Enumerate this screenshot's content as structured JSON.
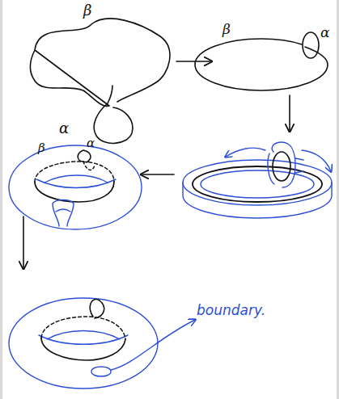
{
  "diagram": {
    "labels": [
      "β",
      "α",
      "β",
      "α",
      "β",
      "α",
      "boundary."
    ]
  }
}
